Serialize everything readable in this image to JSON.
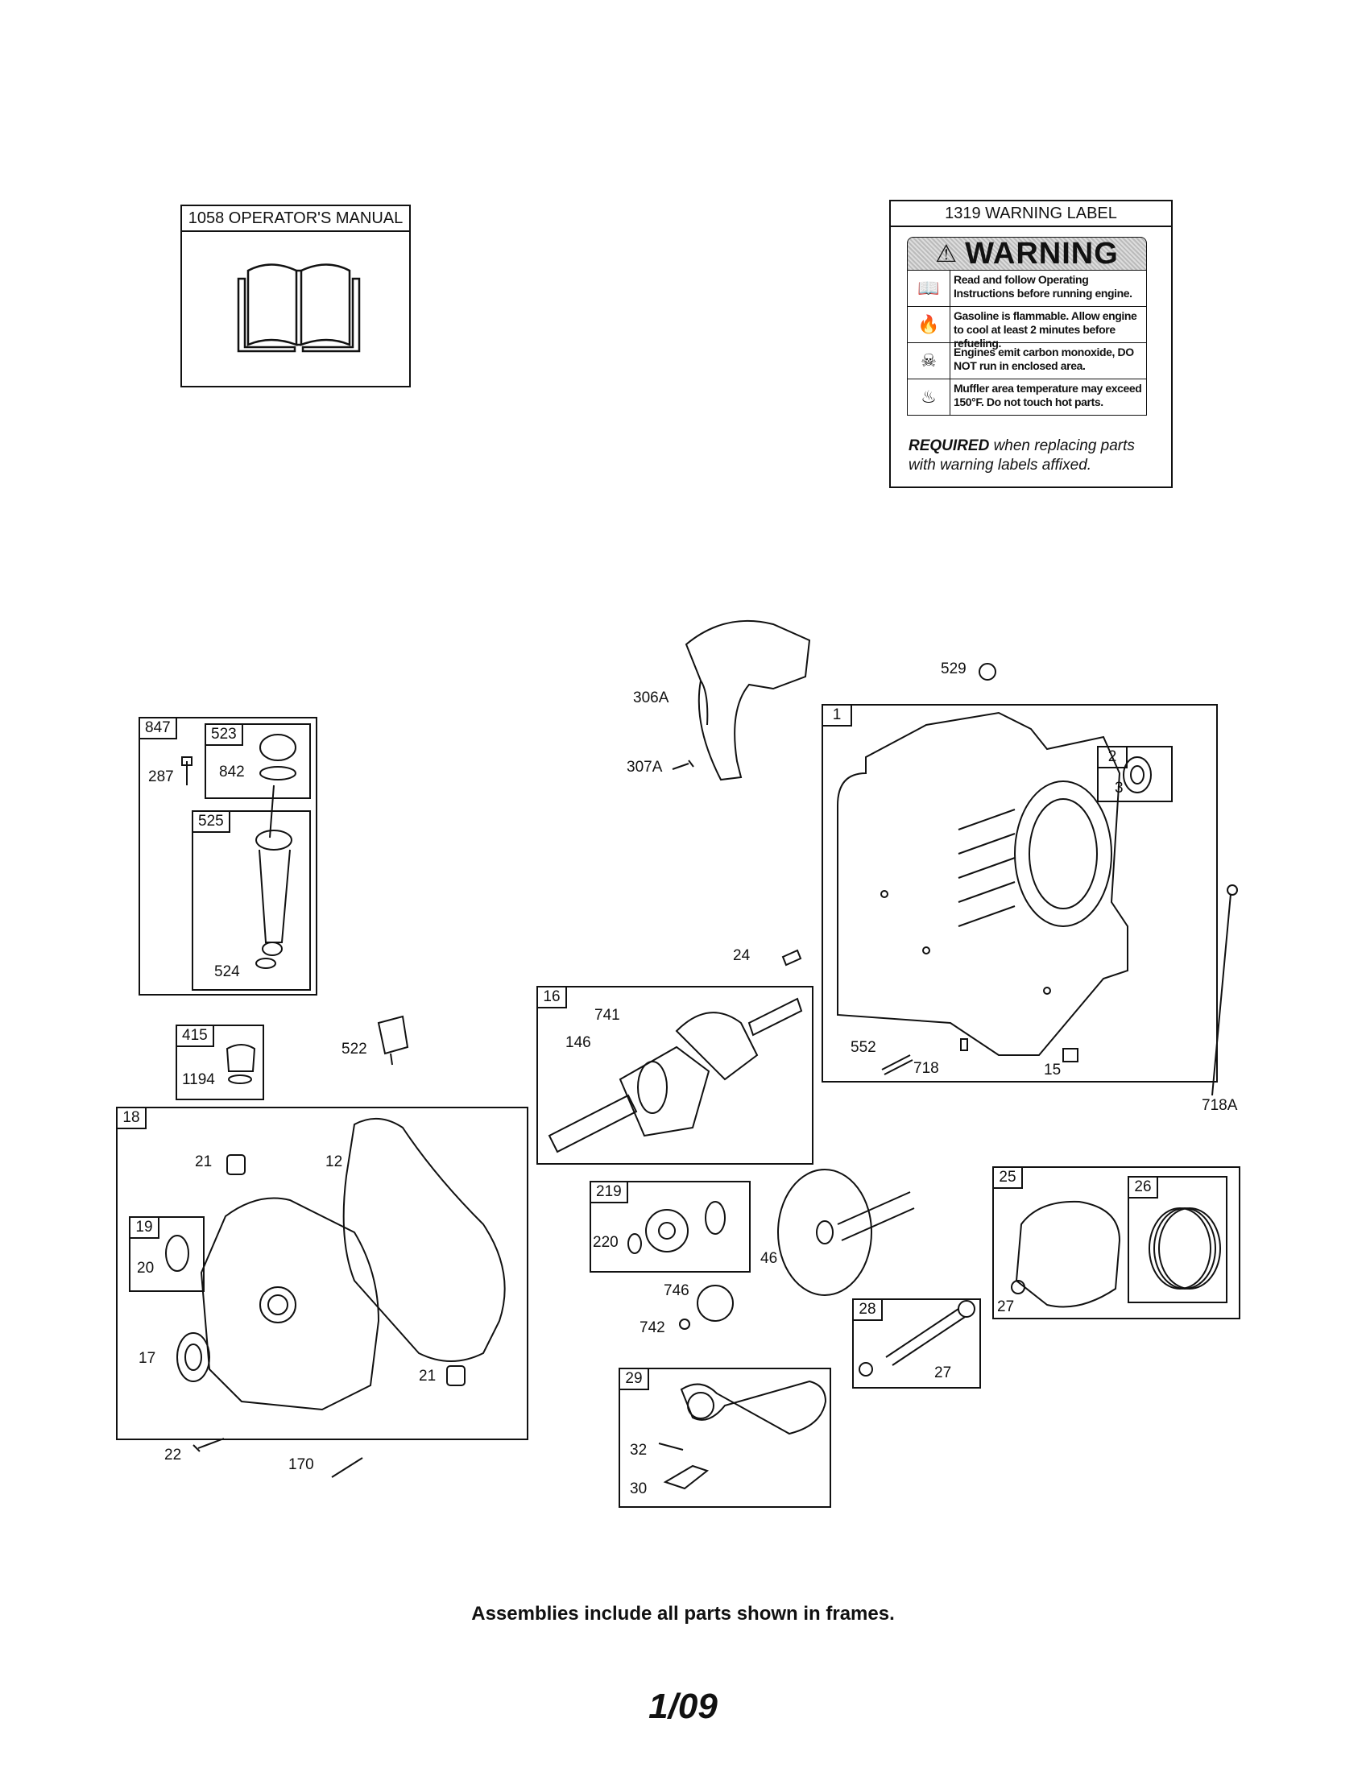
{
  "manual_box": {
    "title": "1058 OPERATOR'S MANUAL"
  },
  "warning_box": {
    "title": "1319 WARNING LABEL",
    "banner": "WARNING",
    "rows": [
      "Read and follow Operating Instructions before running engine.",
      "Gasoline is flammable. Allow engine to cool at least 2 minutes before refueling.",
      "Engines emit carbon monoxide, DO NOT run in enclosed area.",
      "Muffler area temperature may exceed 150°F. Do not touch hot parts."
    ],
    "required_bold": "REQUIRED",
    "required_rest": " when replacing parts with warning labels affixed."
  },
  "frames": {
    "f847": "847",
    "f523": "523",
    "f525": "525",
    "f415": "415",
    "f18": "18",
    "f19": "19",
    "f16": "16",
    "f1": "1",
    "f2": "2",
    "f219": "219",
    "f25": "25",
    "f26": "26",
    "f28": "28",
    "f29": "29"
  },
  "callouts": {
    "c529": "529",
    "c306A": "306A",
    "c307A": "307A",
    "c287": "287",
    "c842": "842",
    "c524": "524",
    "c3": "3",
    "c24": "24",
    "c741": "741",
    "c146": "146",
    "c552": "552",
    "c718": "718",
    "c15": "15",
    "c718A": "718A",
    "c522": "522",
    "c1194": "1194",
    "c21a": "21",
    "c12": "12",
    "c20": "20",
    "c17": "17",
    "c21b": "21",
    "c22": "22",
    "c170": "170",
    "c220": "220",
    "c46": "46",
    "c746": "746",
    "c742": "742",
    "c27a": "27",
    "c27b": "27",
    "c32": "32",
    "c30": "30"
  },
  "footer": {
    "note": "Assemblies include all parts shown in frames.",
    "page": "1/09"
  }
}
